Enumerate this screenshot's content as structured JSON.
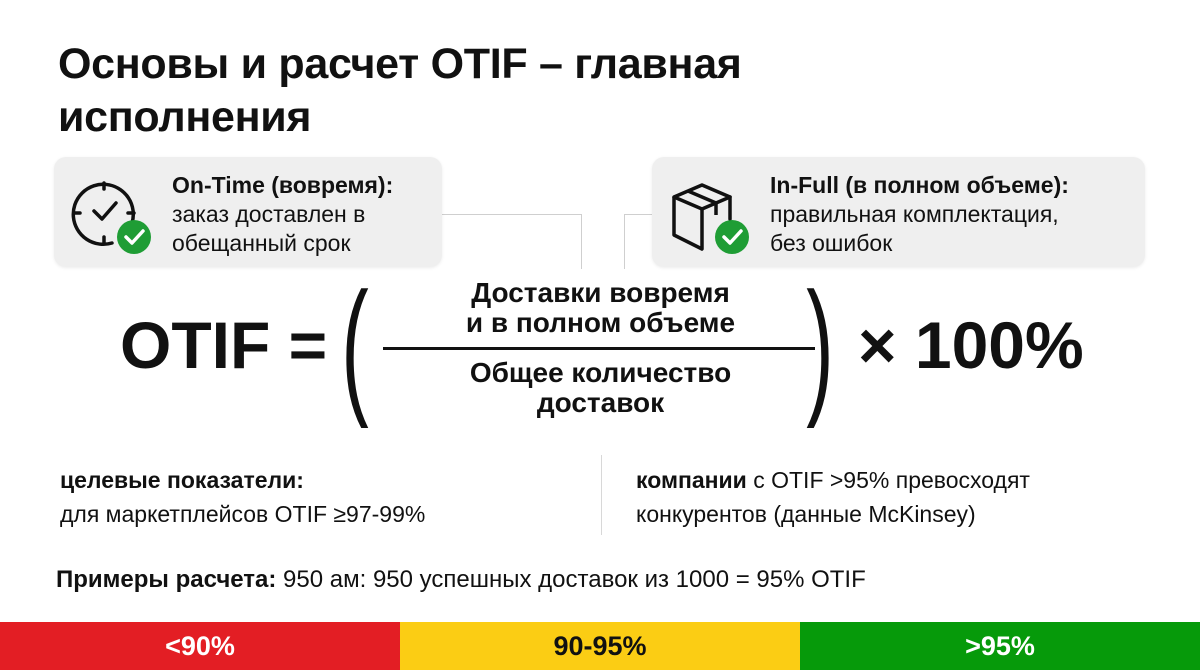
{
  "title": "Основы и расчет OTIF – главная исполнения",
  "cards": {
    "on_time": {
      "icon": "clock-check-icon",
      "heading": "On-Time (вовремя):",
      "line1": "заказ доставлен в",
      "line2": "обещанный срок"
    },
    "in_full": {
      "icon": "box-check-icon",
      "heading": "In-Full (в полном объеме):",
      "line1": "правильная комплектация,",
      "line2": "без ошибок"
    }
  },
  "formula": {
    "lhs": "OTIF =",
    "numerator_line1": "Доставки вовремя",
    "numerator_line2": "и в полном объеме",
    "denominator_line1": "Общее количество",
    "denominator_line2": "доставок",
    "rhs": "× 100%"
  },
  "targets": {
    "heading": "целевые показатели:",
    "text": "для маркетплейсов OTIF ≥97-99%"
  },
  "companies": {
    "bold": "компании",
    "text_line1": " с OTIF >95% превосходят",
    "text_line2": "конкурентов (данные McKinsey)"
  },
  "example": {
    "label": "Примеры расчета:",
    "text": " 950 ам: 950 успешных доставок из 1000 = 95% OTIF"
  },
  "scale": [
    {
      "label": "<90%",
      "color": "#e31e24"
    },
    {
      "label": "90-95%",
      "color": "#fbcd14"
    },
    {
      "label": ">95%",
      "color": "#069a0a"
    }
  ],
  "colors": {
    "check_green": "#1f9d35",
    "card_bg": "#efefef"
  }
}
